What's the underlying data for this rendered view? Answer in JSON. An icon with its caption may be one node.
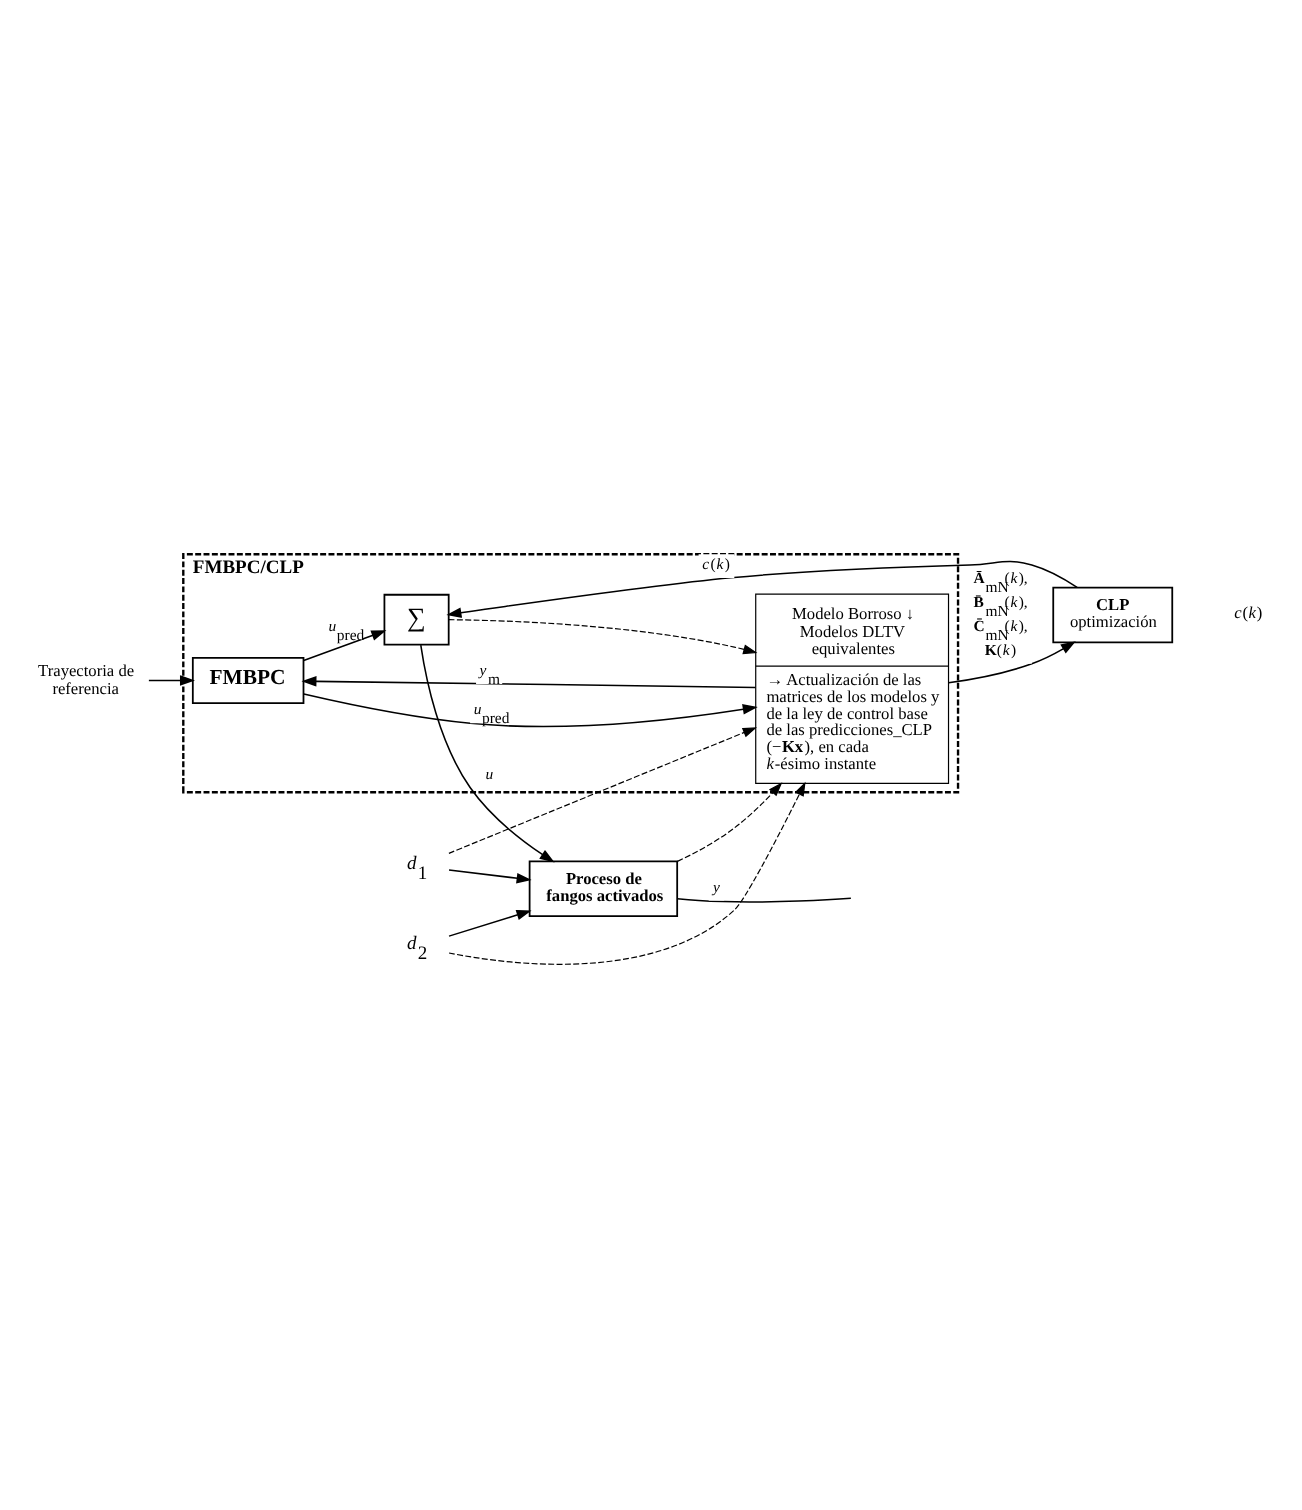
{
  "diagram": {
    "nodes": [
      {
        "text": [
          "Trayectoria de referencia"
        ]
      },
      {
        "text": [
          "FMBPC/CLP"
        ]
      },
      {
        "text": [
          "FMBPC"
        ],
        "in": 1
      },
      {
        "text": [
          "∑"
        ],
        "in": 1
      },
      {
        "text": [
          "Modelo Borroso ↓ Modelos DLTV equivalentes",
          "→ Actualización de las matrices de los modelos y de la ley de control base de las predicciones_CLP (−**Kx**), en cada *k*-ésimo instante"
        ],
        "in": 1
      },
      {
        "text": [
          "*d*$_{1}$"
        ]
      },
      {
        "text": [
          "*d*$_{2}$"
        ]
      },
      {
        "text": [
          "Proceso de fangos activados"
        ]
      },
      {
        "text": [
          "CLP",
          "optimización"
        ]
      }
    ],
    "edges": [
      {
        "from": 0,
        "to": 2,
        "arrow": "to"
      },
      {
        "from": 2,
        "to": 3,
        "arrow": "to",
        "label": "*u*$_{pred}$"
      },
      {
        "from": 3,
        "to": 7,
        "arrow": "to",
        "label": "*u*"
      },
      {
        "from": 5,
        "to": 7,
        "arrow": "to"
      },
      {
        "from": 6,
        "to": 7,
        "arrow": "to"
      },
      {
        "from": 7,
        "to": null,
        "arrow": "none",
        "label": "*y⃗*"
      },
      {
        "from": 2,
        "to": 4,
        "arrow": "to",
        "label": "*u*$_{pred}$"
      },
      {
        "from": 4,
        "to": 2,
        "arrow": "to",
        "label": "*y⃗*$_{m}$"
      },
      {
        "from": 5,
        "to": 4,
        "arrow": "to",
        "style": "dashed"
      },
      {
        "from": 6,
        "to": 4,
        "arrow": "to",
        "style": "dashed"
      },
      {
        "from": 3,
        "to": 4,
        "arrow": "to",
        "style": "dashed"
      },
      {
        "from": 7,
        "to": 4,
        "arrow": "to",
        "style": "dashed"
      },
      {
        "from": 4,
        "to": 8,
        "arrow": "to",
        "label": "**Ā**$_{mN}$(*k*), **B̄**$_{mN}$(*k*), **C̄**$_{mN}$(*k*), **K**(*k*)"
      },
      {
        "from": 8,
        "to": 3,
        "arrow": "to",
        "label": "*c*(*k*)"
      }
    ],
    "labels": [
      "*c*(*k*)"
    ]
  }
}
